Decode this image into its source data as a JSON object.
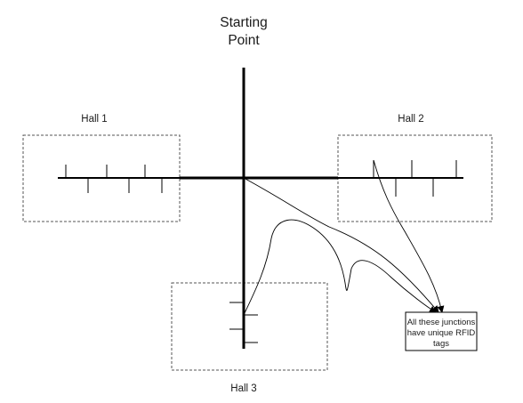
{
  "diagram": {
    "title_line1": "Starting",
    "title_line2": "Point",
    "halls": [
      {
        "label": "Hall 1"
      },
      {
        "label": "Hall 2"
      },
      {
        "label": "Hall 3"
      }
    ],
    "note": {
      "line1": "All these junctions",
      "line2": "have unique RFID",
      "line3": "tags"
    },
    "colors": {
      "line": "#000000",
      "box_border": "#555555",
      "text": "#1a1a1a"
    }
  }
}
